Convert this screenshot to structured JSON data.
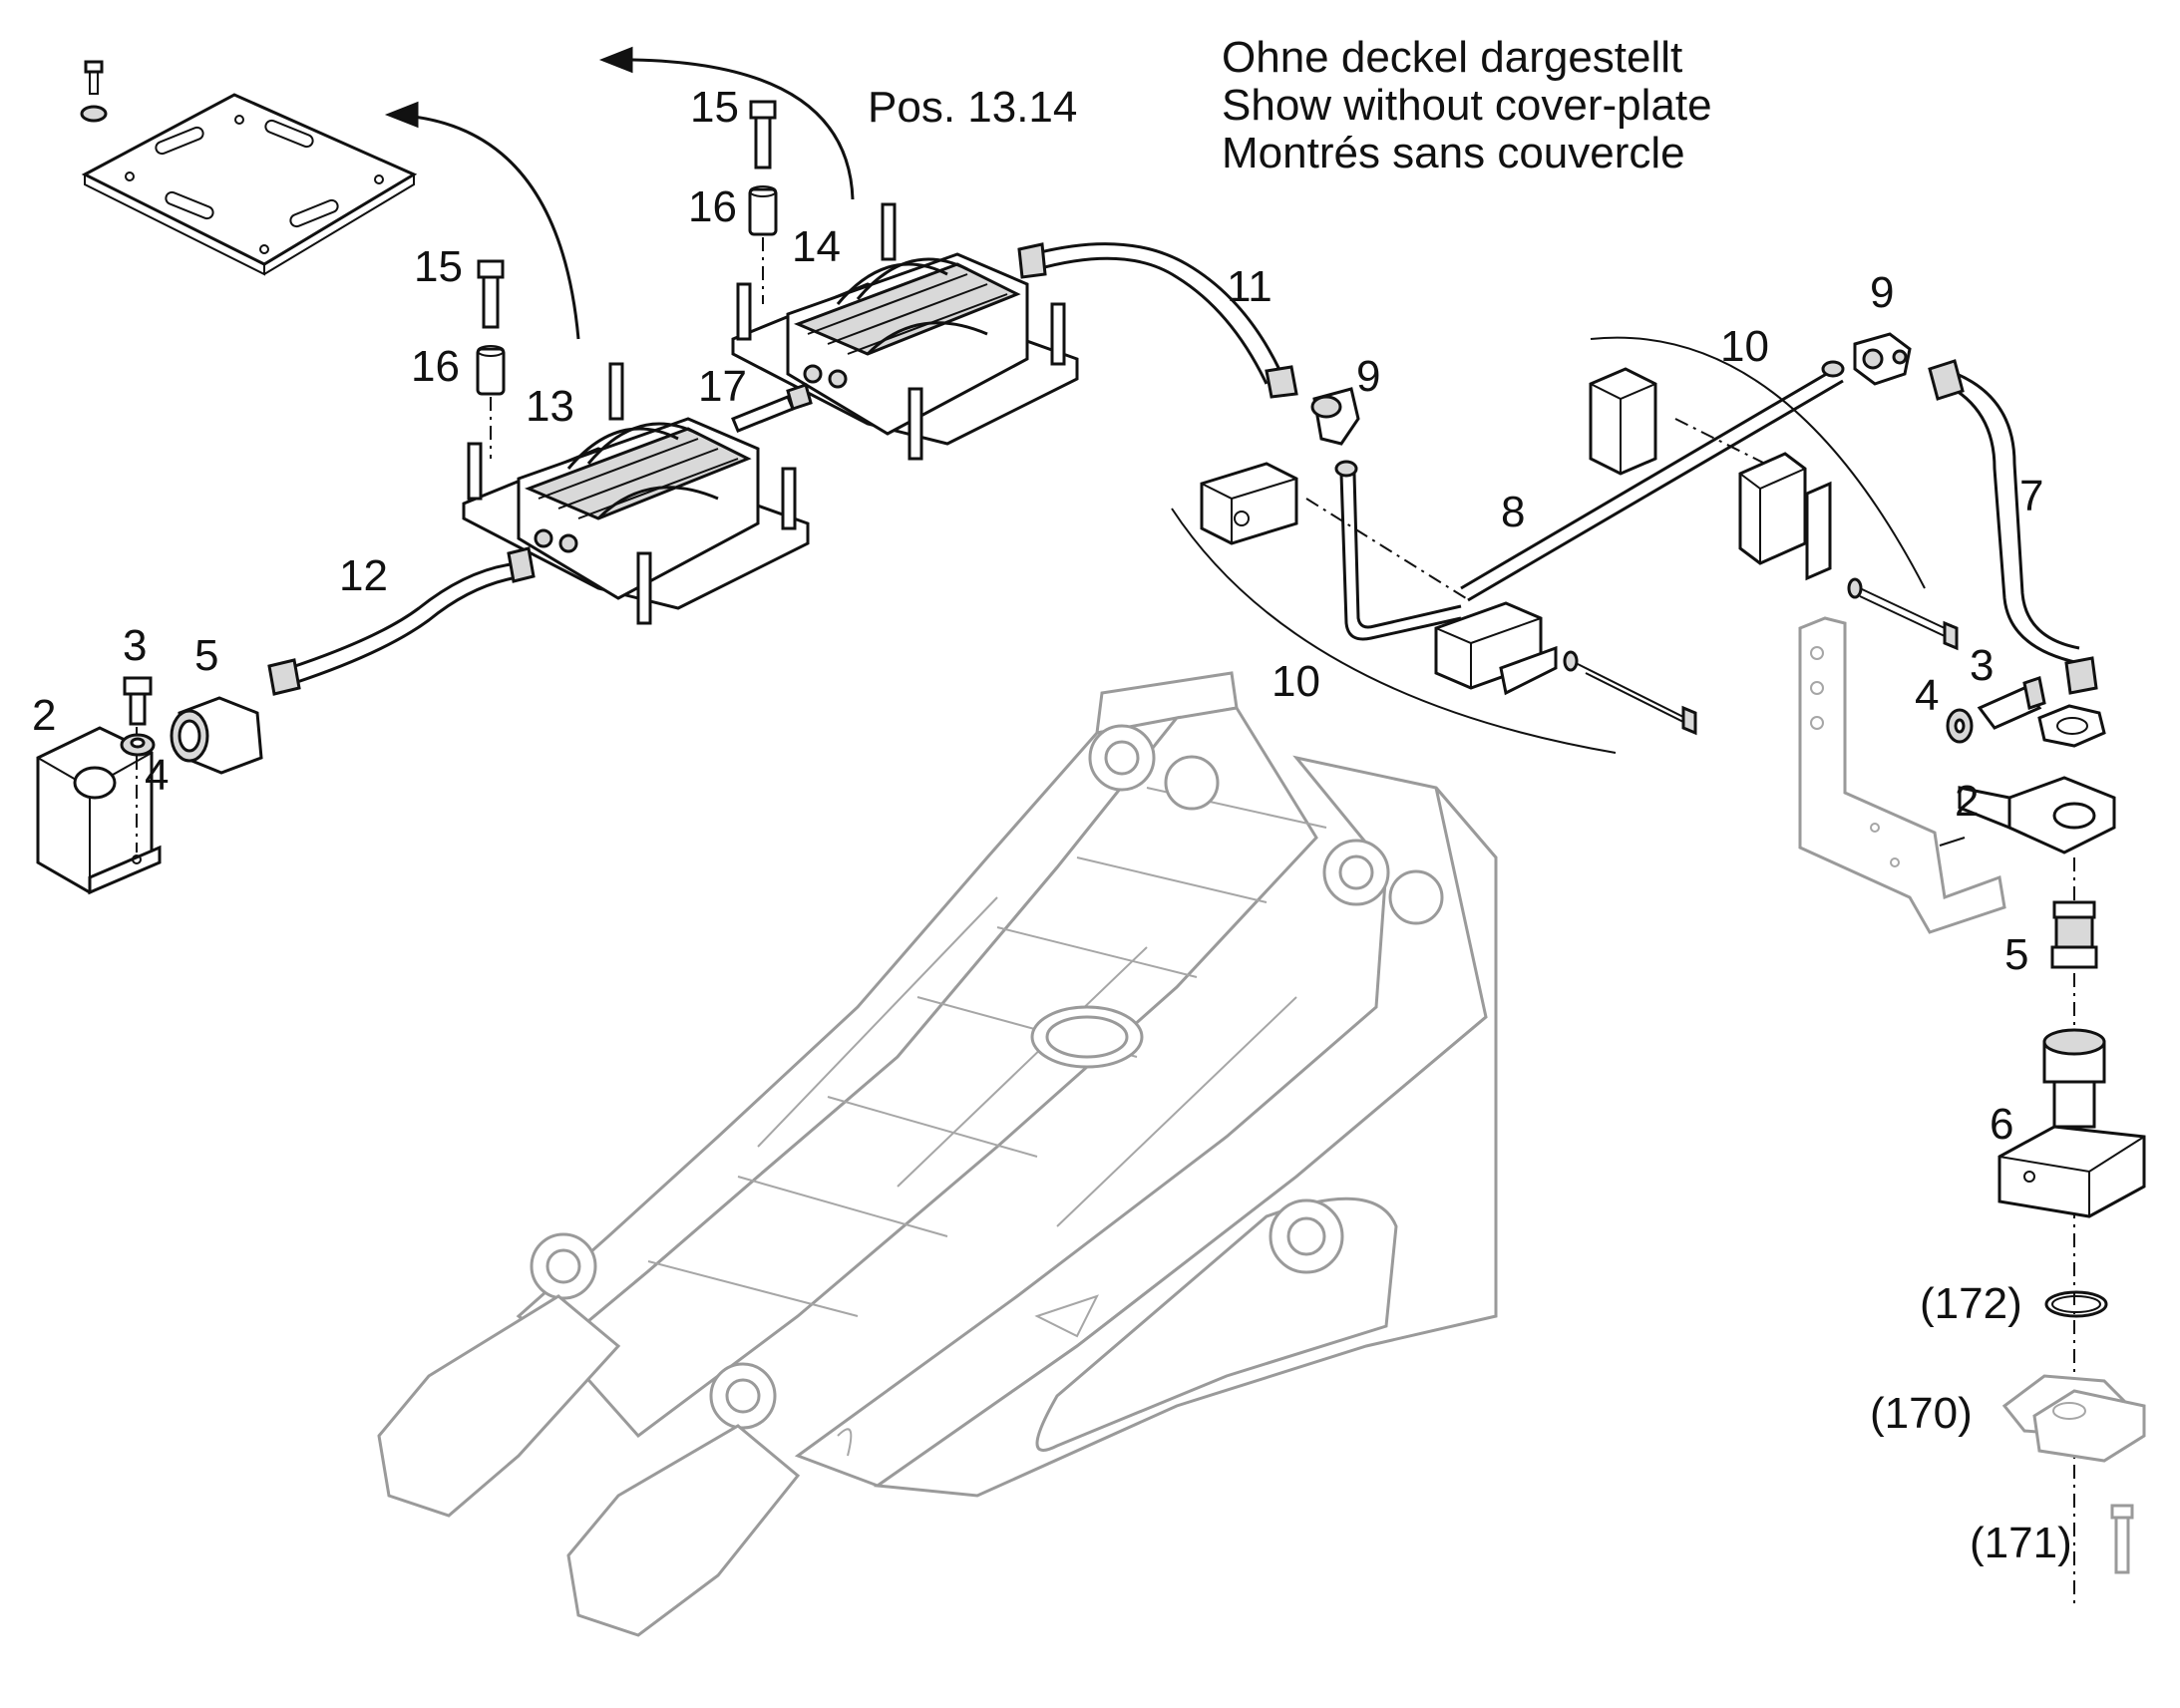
{
  "note": {
    "line1": "Ohne deckel dargestellt",
    "line2": "Show without cover-plate",
    "line3": "Montrés sans couvercle"
  },
  "pos_ref": "Pos. 13.14",
  "callouts": {
    "c15a": "15",
    "c16a": "16",
    "c14": "14",
    "c15b": "15",
    "c16b": "16",
    "c13": "13",
    "c17": "17",
    "c11": "11",
    "c12": "12",
    "c9a": "9",
    "c9b": "9",
    "c10a": "10",
    "c10b": "10",
    "c8": "8",
    "c7": "7",
    "c3a": "3",
    "c5a": "5",
    "c2a": "2",
    "c4a": "4",
    "c3b": "3",
    "c4b": "4",
    "c2b": "2",
    "c5b": "5",
    "c6": "6",
    "c172": "(172)",
    "c170": "(170)",
    "c171": "(171)"
  }
}
